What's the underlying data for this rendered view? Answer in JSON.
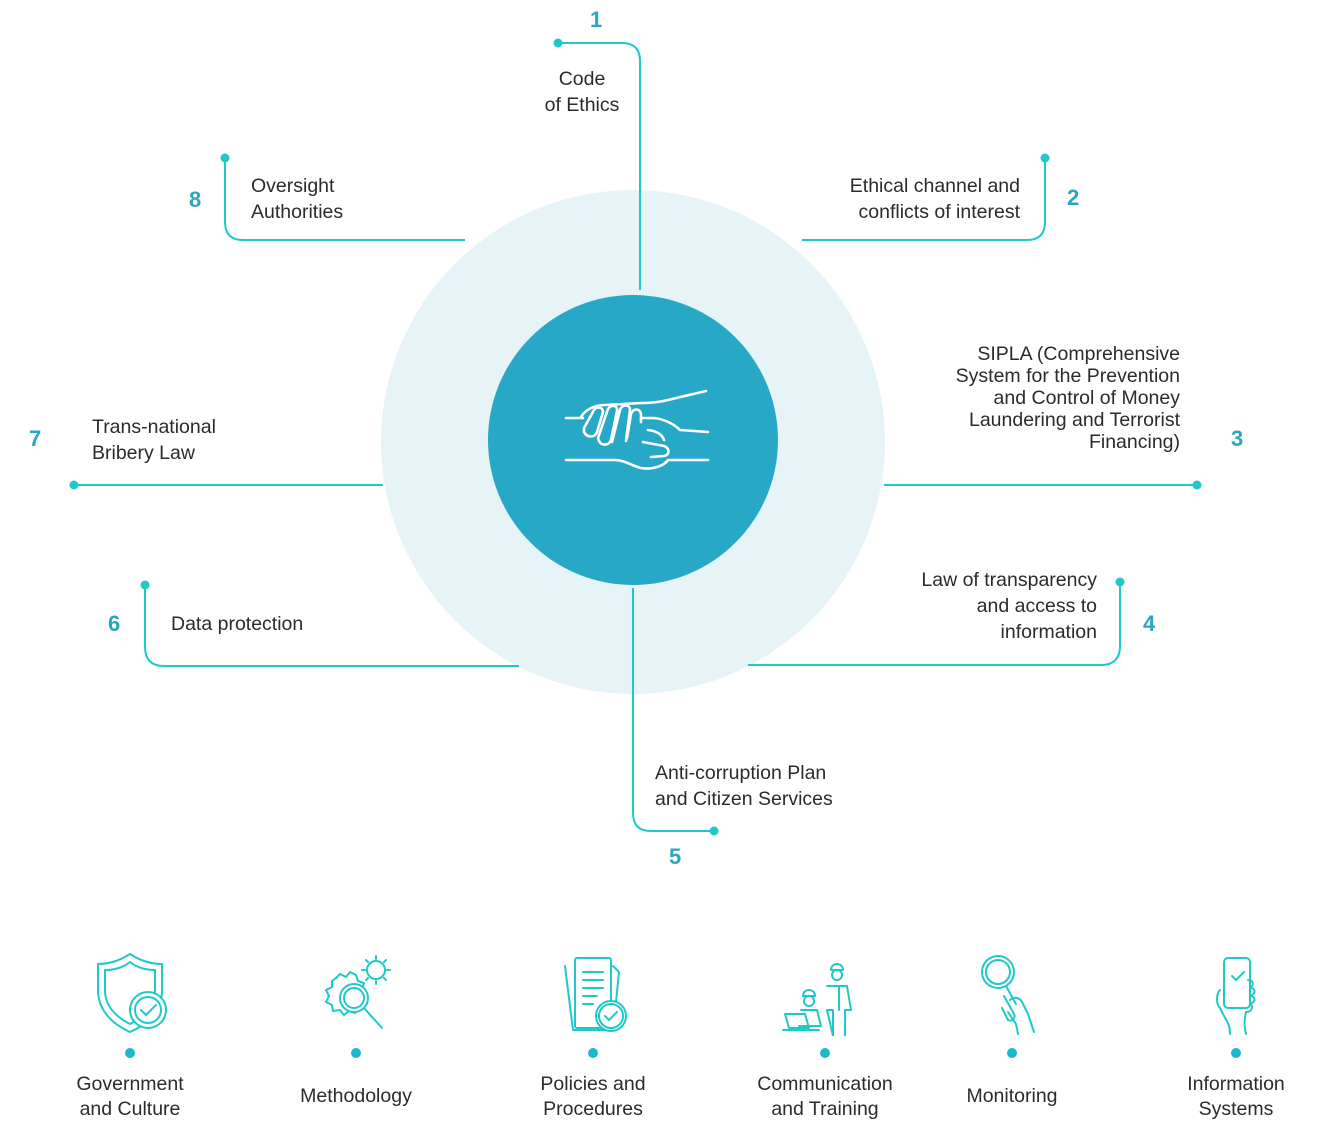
{
  "colors": {
    "line": "#20c9c9",
    "circle_outer": "#e6f4f7",
    "circle_inner": "#27a8c6",
    "number": "#2aa6c2",
    "text": "#2b2b2b"
  },
  "center_icon": "handshake-icon",
  "items": [
    {
      "number": "1",
      "lines": [
        "Code",
        "of Ethics"
      ]
    },
    {
      "number": "2",
      "lines": [
        "Ethical channel and",
        "conflicts of interest"
      ]
    },
    {
      "number": "3",
      "lines": [
        "SIPLA (Comprehensive",
        "System for the Prevention",
        "and Control of Money",
        "Laundering and Terrorist",
        "Financing)"
      ]
    },
    {
      "number": "4",
      "lines": [
        "Law of transparency",
        "and access to",
        "information"
      ]
    },
    {
      "number": "5",
      "lines": [
        "Anti-corruption Plan",
        "and Citizen Services"
      ]
    },
    {
      "number": "6",
      "lines": [
        "Data protection"
      ]
    },
    {
      "number": "7",
      "lines": [
        "Trans-national",
        "Bribery Law"
      ]
    },
    {
      "number": "8",
      "lines": [
        "Oversight",
        "Authorities"
      ]
    }
  ],
  "pillars": [
    {
      "icon": "shield-check-icon",
      "lines": [
        "Government",
        "and Culture"
      ]
    },
    {
      "icon": "gears-magnifier-icon",
      "lines": [
        "Methodology"
      ]
    },
    {
      "icon": "documents-check-icon",
      "lines": [
        "Policies and",
        "Procedures"
      ]
    },
    {
      "icon": "workers-laptop-icon",
      "lines": [
        "Communication",
        "and Training"
      ]
    },
    {
      "icon": "hand-magnifier-icon",
      "lines": [
        "Monitoring"
      ]
    },
    {
      "icon": "hand-phone-icon",
      "lines": [
        "Information",
        "Systems"
      ]
    }
  ]
}
